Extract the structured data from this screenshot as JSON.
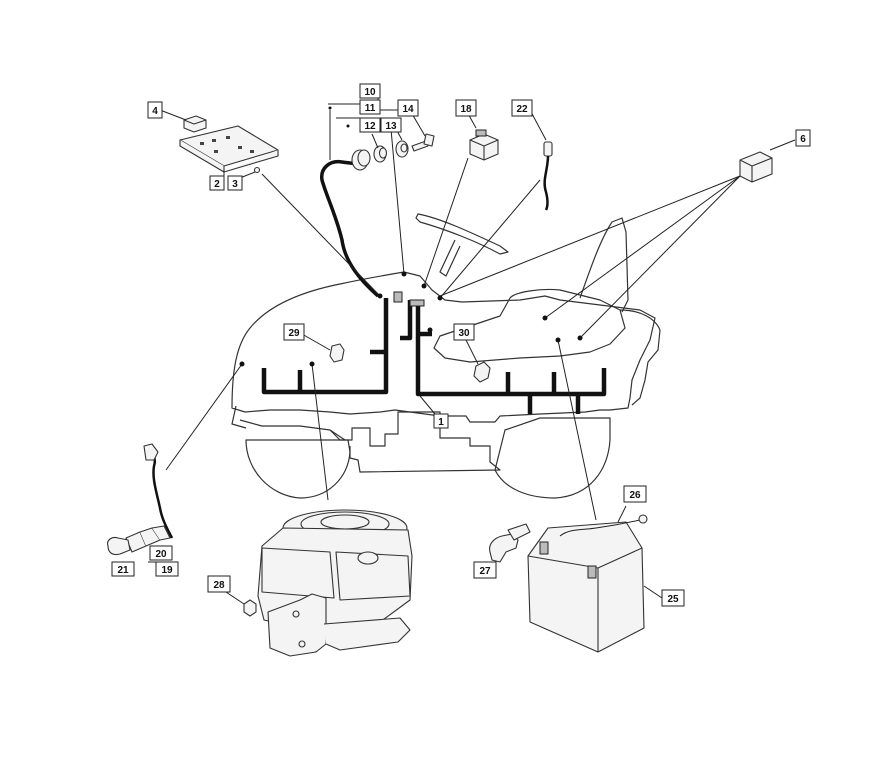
{
  "callouts": [
    {
      "id": "c1",
      "label": "1"
    },
    {
      "id": "c2",
      "label": "2"
    },
    {
      "id": "c3",
      "label": "3"
    },
    {
      "id": "c4",
      "label": "4"
    },
    {
      "id": "c6",
      "label": "6"
    },
    {
      "id": "c10",
      "label": "10"
    },
    {
      "id": "c11",
      "label": "11"
    },
    {
      "id": "c12",
      "label": "12"
    },
    {
      "id": "c13",
      "label": "13"
    },
    {
      "id": "c14",
      "label": "14"
    },
    {
      "id": "c18",
      "label": "18"
    },
    {
      "id": "c19",
      "label": "19"
    },
    {
      "id": "c20",
      "label": "20"
    },
    {
      "id": "c21",
      "label": "21"
    },
    {
      "id": "c22",
      "label": "22"
    },
    {
      "id": "c25",
      "label": "25"
    },
    {
      "id": "c26",
      "label": "26"
    },
    {
      "id": "c27",
      "label": "27"
    },
    {
      "id": "c28",
      "label": "28"
    },
    {
      "id": "c29",
      "label": "29"
    },
    {
      "id": "c30",
      "label": "30"
    }
  ]
}
